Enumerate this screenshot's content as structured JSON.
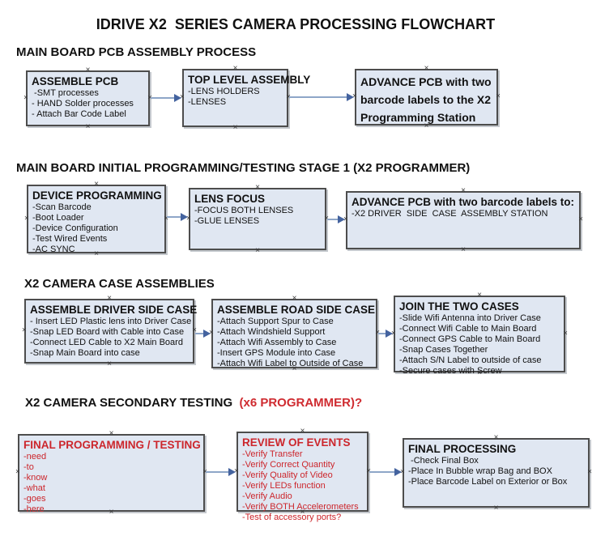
{
  "title": "IDRIVE X2  SERIES CAMERA PROCESSING FLOWCHART",
  "icons": {
    "connection_point": "×"
  },
  "colors": {
    "box_fill": "#e0e7f2",
    "box_border": "#4d4d4d",
    "arrow_line": "#8ea6c8",
    "arrow_head": "#44639f",
    "red_text": "#cc262c",
    "black_text": "#111111"
  },
  "sections": [
    {
      "heading": "MAIN BOARD PCB ASSEMBLY PROCESS",
      "boxes": [
        {
          "title": "ASSEMBLE PCB",
          "items": [
            " -SMT processes",
            "- HAND Solder processes",
            "- Attach Bar Code Label"
          ]
        },
        {
          "title": "TOP LEVEL ASSEMBLY",
          "items": [
            "-LENS HOLDERS",
            "-LENSES"
          ]
        },
        {
          "title": "ADVANCE PCB with two barcode labels to the X2 Programming Station",
          "items": []
        }
      ]
    },
    {
      "heading": "MAIN BOARD INITIAL PROGRAMMING/TESTING STAGE 1 (X2 PROGRAMMER)",
      "boxes": [
        {
          "title": "DEVICE PROGRAMMING",
          "items": [
            "-Scan Barcode",
            "-Boot Loader",
            "-Device Configuration",
            "-Test Wired Events",
            "-AC SYNC"
          ]
        },
        {
          "title": "LENS FOCUS",
          "items": [
            "-FOCUS BOTH LENSES",
            "-GLUE LENSES"
          ]
        },
        {
          "title": "ADVANCE PCB with two barcode labels to:",
          "items": [
            "-X2 DRIVER  SIDE  CASE  ASSEMBLY STATION"
          ]
        }
      ]
    },
    {
      "heading": "X2 CAMERA CASE ASSEMBLIES",
      "boxes": [
        {
          "title": "ASSEMBLE DRIVER SIDE CASE",
          "items": [
            "- Insert LED Plastic lens into Driver Case",
            "-Snap LED Board with Cable into Case",
            "-Connect LED Cable to X2 Main Board",
            "-Snap Main Board into case"
          ]
        },
        {
          "title": "ASSEMBLE ROAD SIDE CASE",
          "items": [
            "-Attach Support Spur to Case",
            "-Attach Windshield Support",
            "-Attach Wifi Assembly to Case",
            "-Insert GPS Module into Case",
            "-Attach Wifi Label to Outside of Case"
          ]
        },
        {
          "title": "JOIN THE TWO CASES",
          "items": [
            "-Slide Wifi Antenna into Driver Case",
            "-Connect Wifi Cable to Main Board",
            "-Connect GPS Cable to Main Board",
            "-Snap Cases Together",
            "-Attach S/N Label to outside of case",
            "-Secure cases with Screw"
          ]
        }
      ]
    },
    {
      "heading": "X2 CAMERA SECONDARY TESTING ",
      "heading_red": " (x6 PROGRAMMER)?",
      "boxes": [
        {
          "title": "FINAL PROGRAMMING / TESTING",
          "items": [
            "-need",
            "-to",
            "-know",
            "-what",
            "-goes",
            "-here"
          ]
        },
        {
          "title": "REVIEW OF EVENTS",
          "items": [
            "-Verify Transfer",
            "-Verify Correct Quantity",
            "-Verify Quality of Video",
            "-Verify LEDs function",
            "-Verify Audio",
            "-Verify BOTH Accelerometers",
            "-Test of accessory ports?"
          ]
        },
        {
          "title": "FINAL PROCESSING",
          "items": [
            " -Check Final Box",
            "-Place In Bubble wrap Bag and BOX",
            "-Place Barcode Label on Exterior or Box"
          ]
        }
      ]
    }
  ]
}
